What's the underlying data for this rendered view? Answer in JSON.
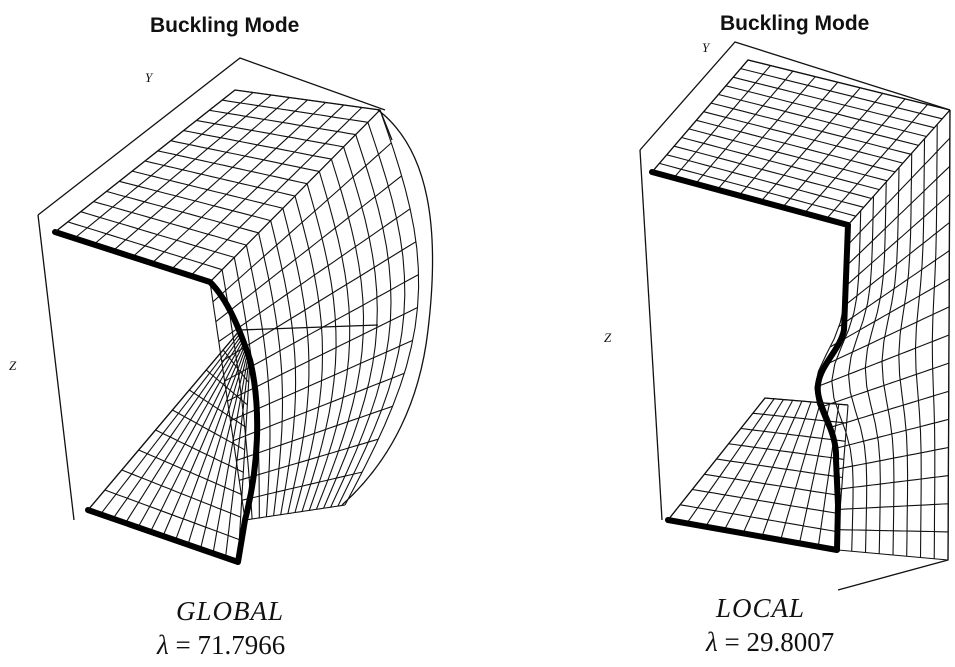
{
  "panels": [
    {
      "title": "Buckling Mode",
      "axis_y": "Y",
      "axis_z": "Z",
      "mode_label": "GLOBAL",
      "lambda_symbol": "λ",
      "lambda_value": "71.7966"
    },
    {
      "title": "Buckling Mode",
      "axis_y": "Y",
      "axis_z": "Z",
      "mode_label": "LOCAL",
      "lambda_symbol": "λ",
      "lambda_value": "29.8007"
    }
  ]
}
